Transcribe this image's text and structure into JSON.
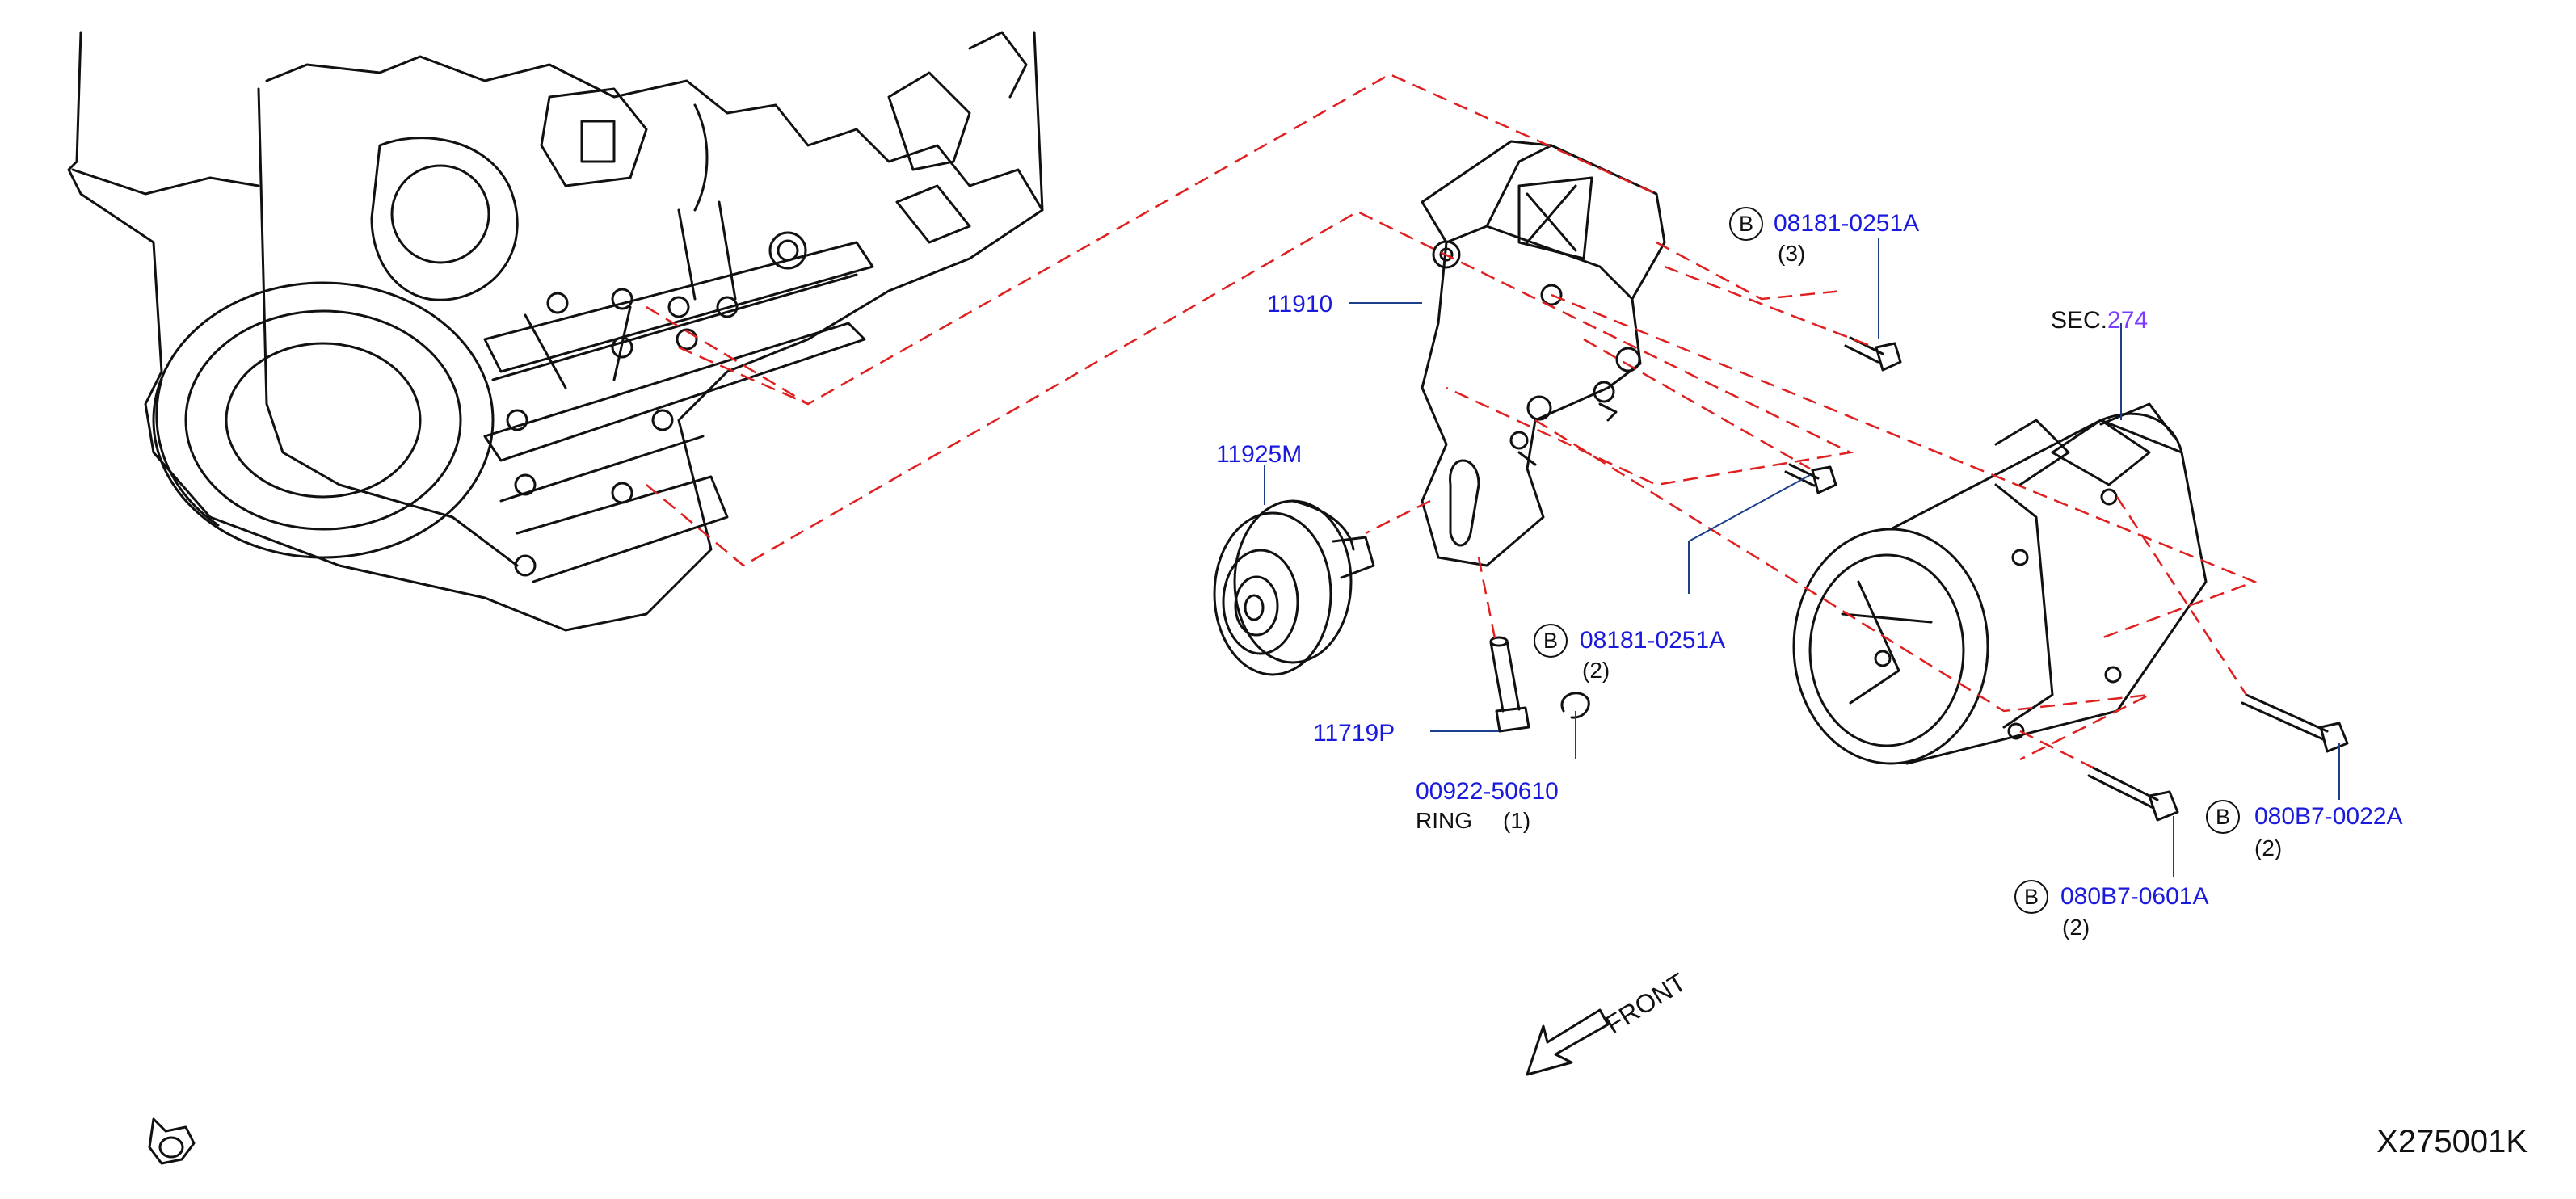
{
  "parts": {
    "bracket": {
      "number": "11910"
    },
    "idler_pulley": {
      "number": "11925M"
    },
    "bracket_bolt_upper": {
      "symbol": "B",
      "number": "08181-0251A",
      "qty": "(3)"
    },
    "bracket_bolt_lower": {
      "symbol": "B",
      "number": "08181-0251A",
      "qty": "(2)"
    },
    "stud_bolt": {
      "number": "11719P"
    },
    "ring": {
      "number": "00922-50610",
      "name": "RING",
      "qty": "(1)"
    },
    "compressor": {
      "sec_prefix": "SEC.",
      "sec_number": "274"
    },
    "compressor_bolt_long": {
      "symbol": "B",
      "number": "080B7-0022A",
      "qty": "(2)"
    },
    "compressor_bolt_short": {
      "symbol": "B",
      "number": "080B7-0601A",
      "qty": "(2)"
    }
  },
  "front_label": "FRONT",
  "diagram_code": "X275001K",
  "colors": {
    "part_number": "#1a1adc",
    "section_number": "#7a3cff",
    "leader": "#1b3f8a",
    "dashed": "#e02020",
    "line": "#111111"
  }
}
